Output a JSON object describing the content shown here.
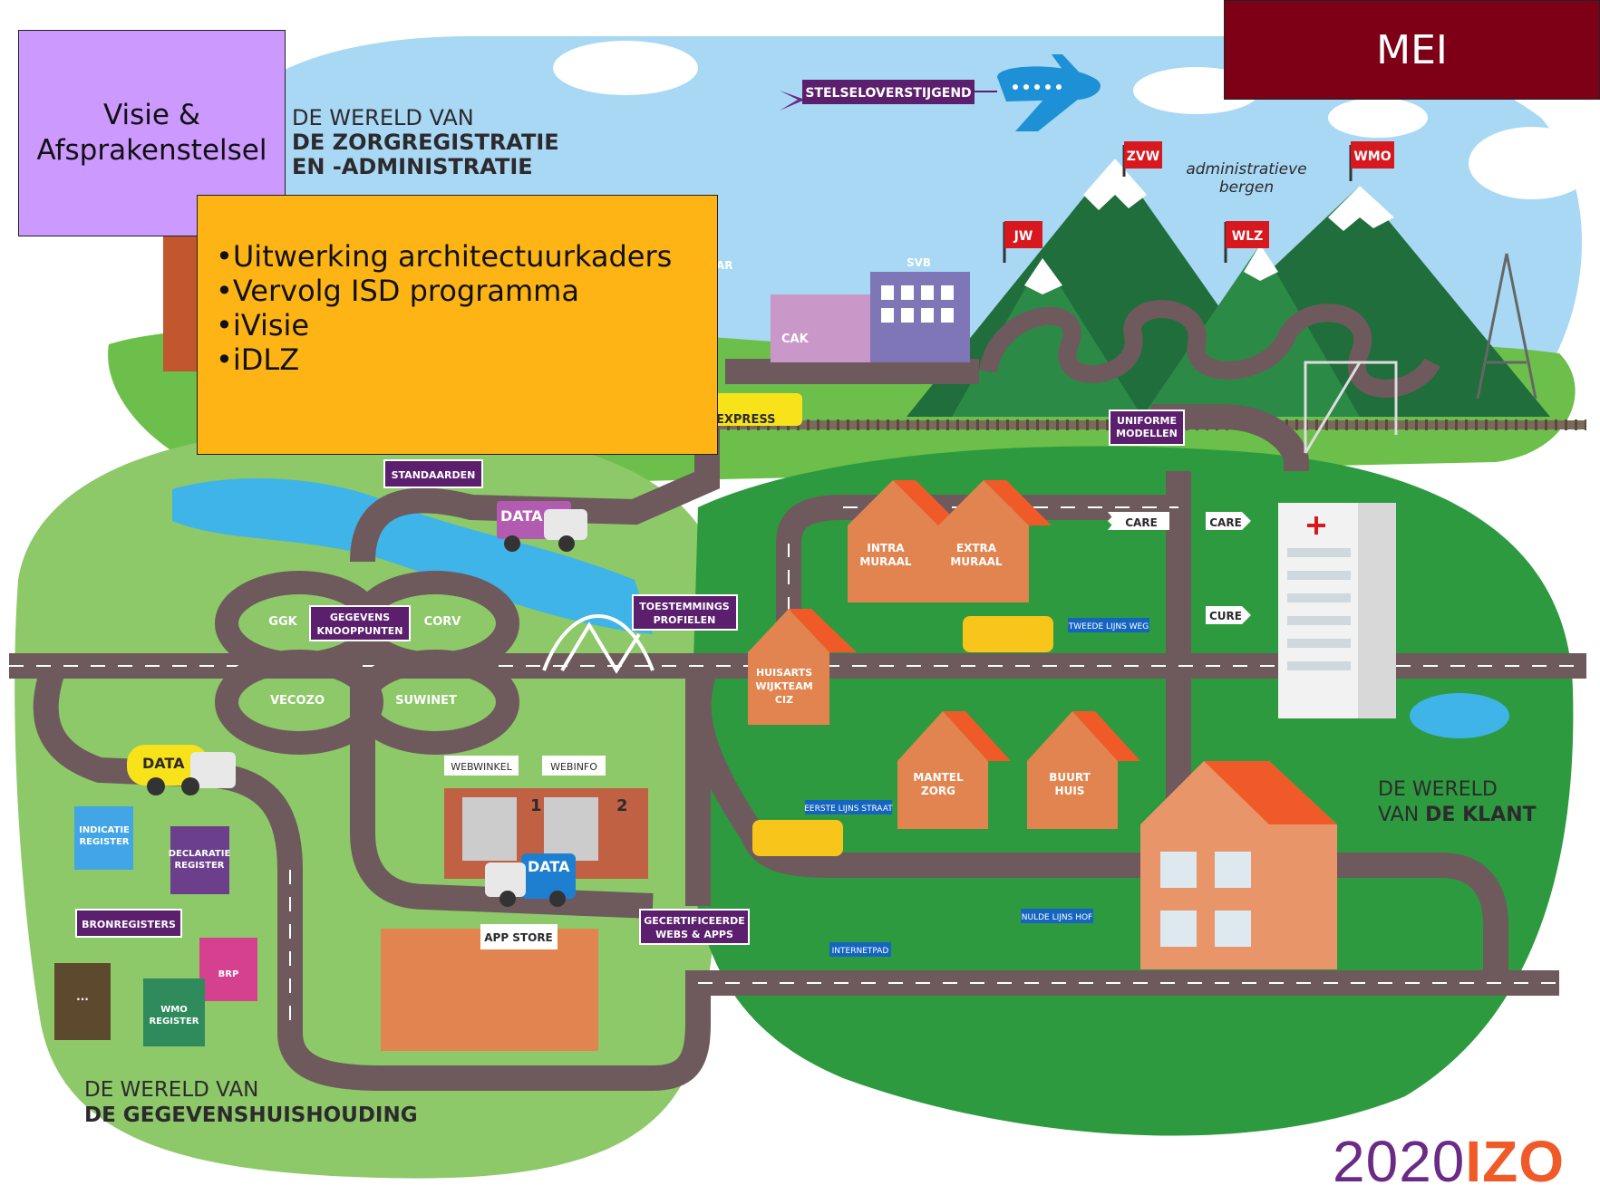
{
  "month": "MEI",
  "notes": {
    "vision": "Visie &\nAfsprakenstelsel",
    "items": [
      "Uitwerking architectuurkaders",
      "Vervolg ISD programma",
      "iVisie",
      "iDLZ"
    ]
  },
  "worlds": {
    "registration": {
      "line1": "DE WERELD VAN",
      "line2": "DE ZORGREGISTRATIE",
      "line3": "EN -ADMINISTRATIE"
    },
    "data_housekeeping": {
      "line1": "DE WERELD VAN",
      "line2": "DE GEGEVENSHUISHOUDING"
    },
    "client": {
      "line1": "DE WERELD",
      "line2a": "VAN ",
      "line2b": "DE KLANT"
    }
  },
  "banner": "STELSELOVERSTIJGEND",
  "mountains": {
    "caption1": "administratieve",
    "caption2": "bergen",
    "flags": [
      "ZVW",
      "WMO",
      "JW",
      "WLZ"
    ]
  },
  "buildings": {
    "svb": "SVB",
    "cak": "CAK",
    "ar_fragment": "AR",
    "intra_1": "INTRA",
    "intra_2": "MURAAL",
    "extra_1": "EXTRA",
    "extra_2": "MURAAL",
    "huisarts_1": "HUISARTS",
    "huisarts_2": "WIJKTEAM",
    "huisarts_3": "CIZ",
    "mantel_1": "MANTEL",
    "mantel_2": "ZORG",
    "buurt_1": "BUURT",
    "buurt_2": "HUIS",
    "webwinkel": "WEBWINKEL",
    "webinfo": "WEBINFO",
    "store_1": "1",
    "store_2": "2",
    "app_store": "APP STORE"
  },
  "signs": {
    "uniforme_1": "UNIFORME",
    "uniforme_2": "MODELLEN",
    "standaarden": "STANDAARDEN",
    "toestemmings_1": "TOESTEMMINGS",
    "toestemmings_2": "PROFIELEN",
    "gegevens_1": "GEGEVENS",
    "gegevens_2": "KNOOPPUNTEN",
    "gecert_1": "GECERTIFICEERDE",
    "gecert_2": "WEBS & APPS",
    "bronregisters": "BRONREGISTERS",
    "care_left": "CARE",
    "care_right": "CARE",
    "cure": "CURE",
    "tweede": "TWEEDE LIJNS WEG",
    "eerste": "EERSTE LIJNS STRAAT",
    "nulde": "NULDE LIJNS HOF",
    "internetpad": "INTERNETPAD"
  },
  "nodes": {
    "ggk": "GGK",
    "corv": "CORV",
    "vecozo": "VECOZO",
    "suwinet": "SUWINET"
  },
  "vehicles": {
    "data_truck": "DATA",
    "express": "EXPRESS"
  },
  "registers": {
    "indicatie_1": "INDICATIE",
    "indicatie_2": "REGISTER",
    "declaratie_1": "DECLARATIE",
    "declaratie_2": "REGISTER",
    "brp": "BRP",
    "wmo_1": "WMO",
    "wmo_2": "REGISTER",
    "ellipsis": "..."
  },
  "brand": {
    "numbers": "2020",
    "acronym": "IZO"
  },
  "colors": {
    "month_bg": "#7d0016",
    "vision_note": "#cc99ff",
    "plan_note": "#fdb414",
    "sign_purple": "#5b1f6e",
    "flag_red": "#d7191f"
  }
}
